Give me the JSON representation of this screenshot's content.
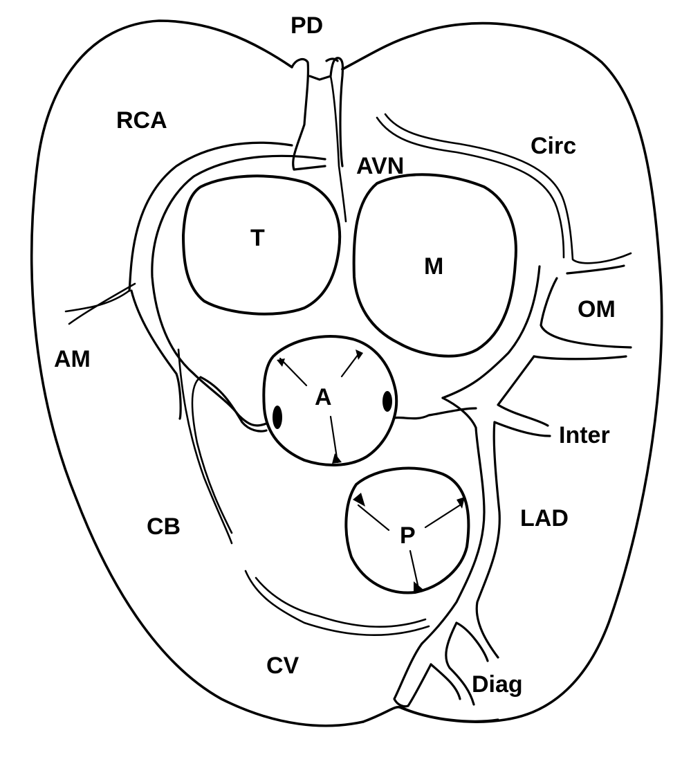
{
  "figure": {
    "subject": "Heart base, coronary arteries and cardiac valves (schematic)",
    "colors": {
      "line": "#000000",
      "background": "#ffffff"
    }
  },
  "labels": {
    "pd": "PD",
    "rca": "RCA",
    "circ": "Circ",
    "avn": "AVN",
    "tricuspid": "T",
    "mitral": "M",
    "om": "OM",
    "am": "AM",
    "aortic": "A",
    "inter": "Inter",
    "pulmonary": "P",
    "lad": "LAD",
    "cb": "CB",
    "cv": "CV",
    "diag": "Diag"
  }
}
